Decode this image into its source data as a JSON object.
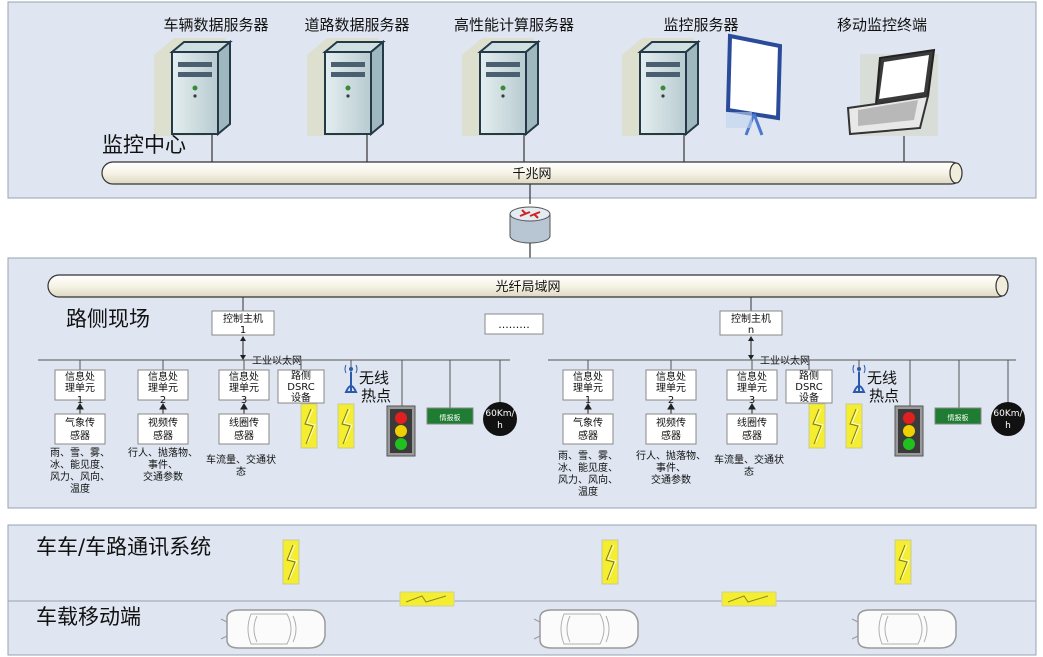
{
  "monitoring_center": {
    "title": "监控中心",
    "servers": [
      "车辆数据服务器",
      "道路数据服务器",
      "高性能计算服务器",
      "监控服务器",
      "移动监控终端"
    ],
    "backbone": "千兆网"
  },
  "roadside": {
    "title": "路侧现场",
    "lan": "光纤局域网",
    "ellipsis": ".........",
    "groups": [
      {
        "controller": [
          "控制主机",
          "1"
        ],
        "ethernet": "工业以太网",
        "units": [
          {
            "line1": "信息处",
            "line2": "理单元",
            "num": "1",
            "sensor": [
              "气象传",
              "感器"
            ],
            "desc": [
              "雨、雪、雾、",
              "冰、能见度、",
              "风力、风向、",
              "温度"
            ]
          },
          {
            "line1": "信息处",
            "line2": "理单元",
            "num": "2",
            "sensor": [
              "视频传",
              "感器"
            ],
            "desc": [
              "行人、抛落物、",
              "事件、",
              "交通参数"
            ]
          },
          {
            "line1": "信息处",
            "line2": "理单元",
            "num": "3",
            "sensor": [
              "线圈传",
              "感器"
            ],
            "desc": [
              "车流量、交通状",
              "态"
            ]
          }
        ],
        "dsrc": [
          "路侧",
          "DSRC",
          "设备"
        ],
        "hotspot": [
          "无线",
          "热点"
        ],
        "board": "情报板",
        "speed": [
          "60Km/",
          "h"
        ]
      },
      {
        "controller": [
          "控制主机",
          "n"
        ],
        "ethernet": "工业以太网",
        "units": [
          {
            "line1": "信息处",
            "line2": "理单元",
            "num": "1",
            "sensor": [
              "气象传",
              "感器"
            ],
            "desc": [
              "雨、雪、雾、",
              "冰、能见度、",
              "风力、风向、",
              "温度"
            ]
          },
          {
            "line1": "信息处",
            "line2": "理单元",
            "num": "2",
            "sensor": [
              "视频传",
              "感器"
            ],
            "desc": [
              "行人、抛落物、",
              "事件、",
              "交通参数"
            ]
          },
          {
            "line1": "信息处",
            "line2": "理单元",
            "num": "3",
            "sensor": [
              "线圈传",
              "感器"
            ],
            "desc": [
              "车流量、交通状",
              "态"
            ]
          }
        ],
        "dsrc": [
          "路侧",
          "DSRC",
          "设备"
        ],
        "hotspot": [
          "无线",
          "热点"
        ],
        "board": "情报板",
        "speed": [
          "60Km/",
          "h"
        ]
      }
    ]
  },
  "v2x": {
    "title": "车车/车路通讯系统"
  },
  "vehicle": {
    "title": "车载移动端"
  },
  "icons": [
    "server-icon",
    "projector-screen-icon",
    "laptop-icon",
    "router-icon",
    "wireless-antenna-icon",
    "traffic-light-icon",
    "lightning-icon",
    "car-icon"
  ],
  "colors": {
    "panel_bg": "#dfe6f1",
    "panel_border": "#9aa3b3",
    "lightning": "#f5ee30",
    "board": "#1e7d32"
  }
}
